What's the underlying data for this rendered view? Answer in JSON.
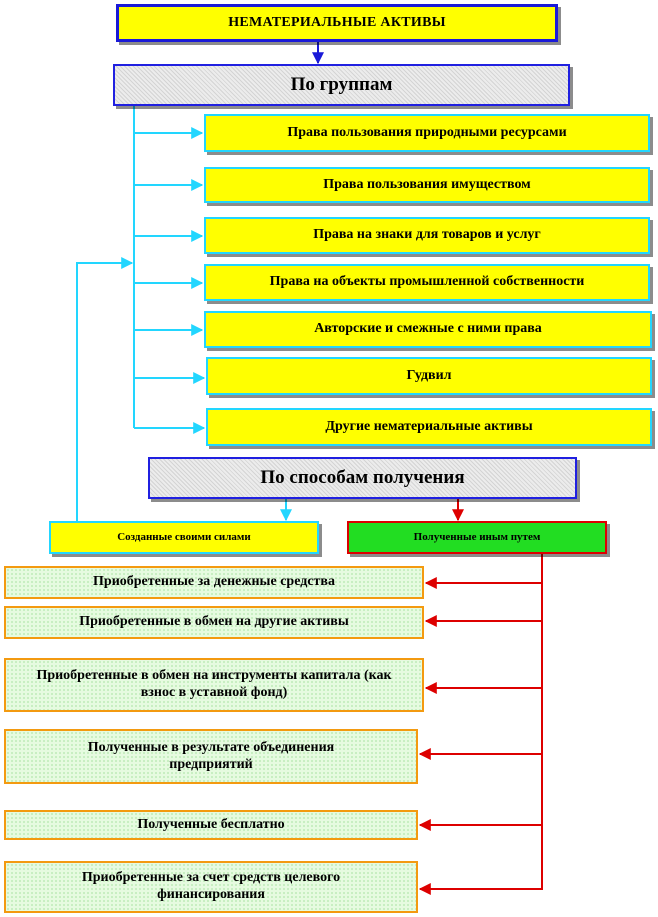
{
  "title": "НЕМАТЕРИАЛЬНЫЕ АКТИВЫ",
  "by_groups": {
    "label": "По группам",
    "items": [
      "Права пользования природными ресурсами",
      "Права пользования имуществом",
      "Права на знаки для товаров и услуг",
      "Права на объекты промышленной собственности",
      "Авторские и смежные с ними права",
      "Гудвил",
      "Другие нематериальные активы"
    ]
  },
  "by_methods": {
    "label": "По способам получения",
    "own_means": "Созданные своими силами",
    "other_way": "Полученные иным путем",
    "items": [
      "Приобретенные за денежные средства",
      "Приобретенные в обмен на другие активы",
      "Приобретенные в обмен на инструменты капитала (как взнос в уставной фонд)",
      "Полученные в результате объединения предприятий",
      "Полученные бесплатно",
      "Приобретенные за счет средств целевого финансирования"
    ]
  },
  "colors": {
    "yellow": "#ffff00",
    "cyan": "#22d6ff",
    "blue": "#1a1ad8",
    "red": "#dd0000",
    "green": "#22dd22",
    "orange": "#f39a10",
    "light_green": "#e6fbe0"
  }
}
